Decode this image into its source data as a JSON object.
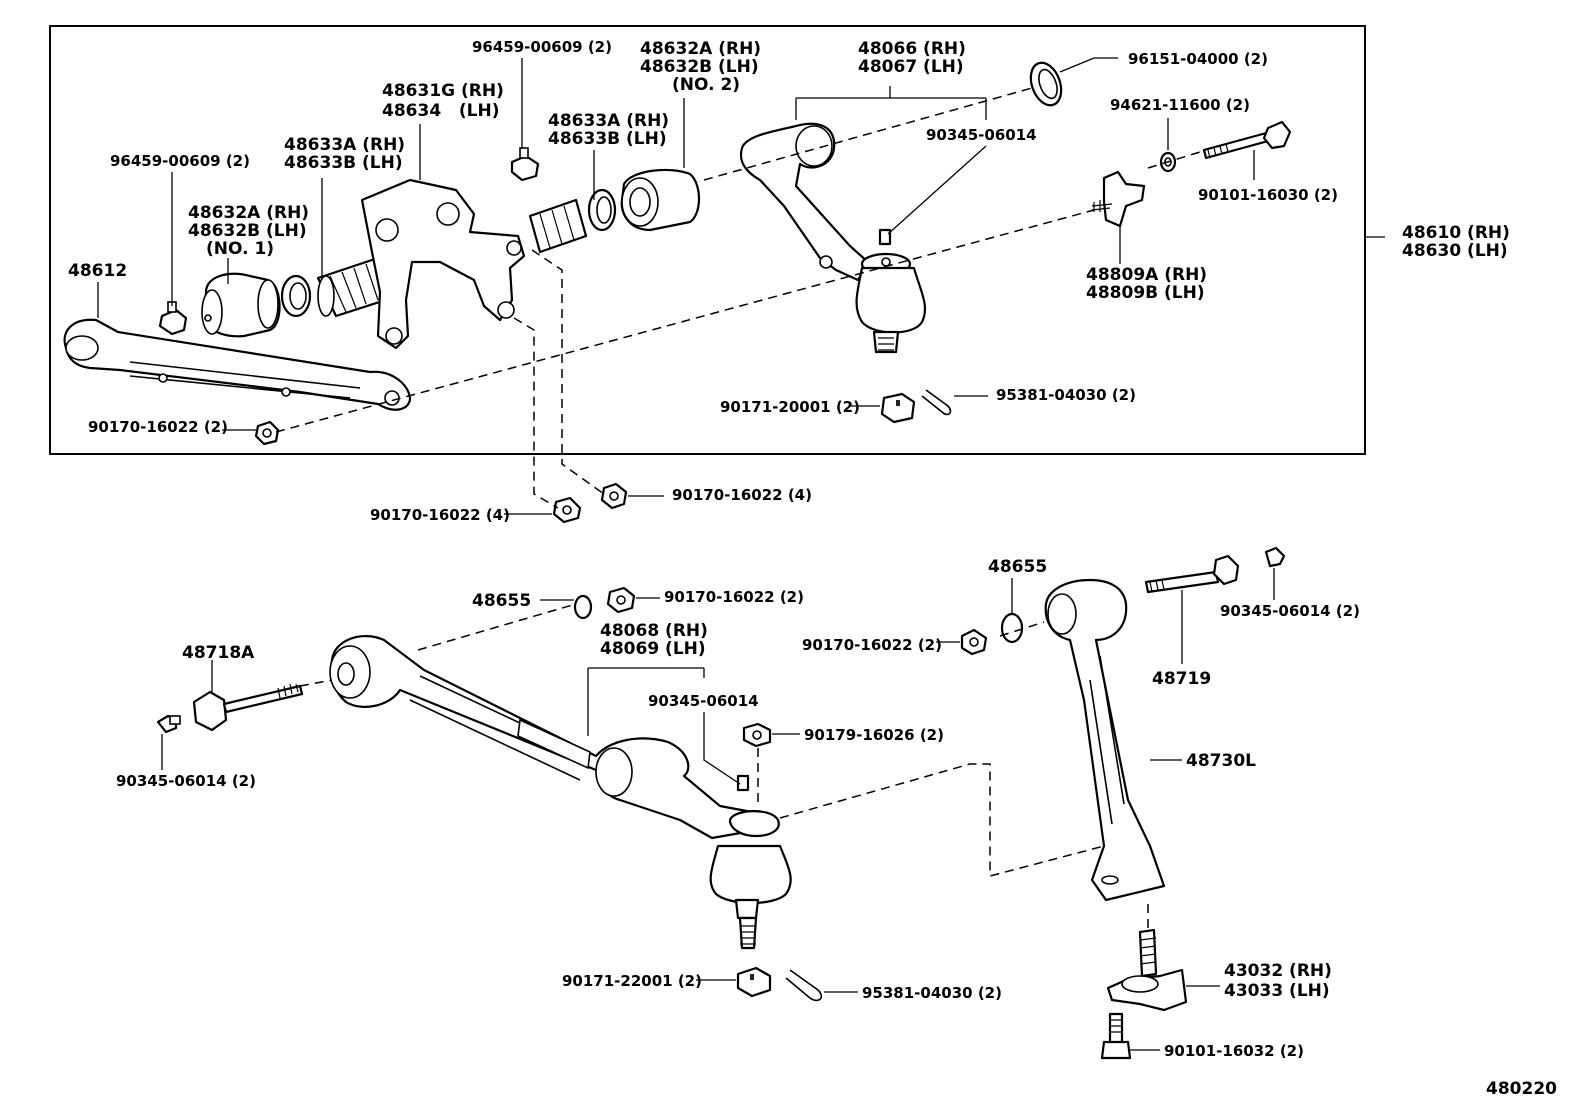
{
  "diagram_code": "480220",
  "labels": {
    "l48612": "48612",
    "l48632a1": "48632A (RH)",
    "l48632b1": "48632B (LH)",
    "lno1": "(NO. 1)",
    "l96459a": "96459-00609 (2)",
    "l48633a1": "48633A (RH)",
    "l48633b1": "48633B (LH)",
    "l48631g": "48631G (RH)",
    "l48634": "48634   (LH)",
    "l96459b": "96459-00609 (2)",
    "l48633a2": "48633A (RH)",
    "l48633b2": "48633B (LH)",
    "l48632a2": "48632A (RH)",
    "l48632b2": "48632B (LH)",
    "lno2": "(NO. 2)",
    "l48066": "48066 (RH)",
    "l48067": "48067 (LH)",
    "l90345a": "90345-06014",
    "l96151": "96151-04000 (2)",
    "l94621": "94621-11600 (2)",
    "l90101a": "90101-16030 (2)",
    "l48610": "48610 (RH)",
    "l48630": "48630 (LH)",
    "l48809a": "48809A (RH)",
    "l48809b": "48809B (LH)",
    "l95381a": "95381-04030 (2)",
    "l90171a": "90171-20001 (2)",
    "l90170a": "90170-16022 (2)",
    "l90170b": "90170-16022 (4)",
    "l90170c": "90170-16022 (4)",
    "l48655a": "48655",
    "l90170d": "90170-16022 (2)",
    "l48068": "48068 (RH)",
    "l48069": "48069 (LH)",
    "l48718a": "48718A",
    "l90345b": "90345-06014 (2)",
    "l90345c": "90345-06014",
    "l90179": "90179-16026 (2)",
    "l48655b": "48655",
    "l90170e": "90170-16022 (2)",
    "l90345d": "90345-06014 (2)",
    "l48719": "48719",
    "l48730l": "48730L",
    "l43032": "43032 (RH)",
    "l43033": "43033 (LH)",
    "l90171b": "90171-22001 (2)",
    "l95381b": "95381-04030 (2)",
    "l90101b": "90101-16032 (2)"
  }
}
